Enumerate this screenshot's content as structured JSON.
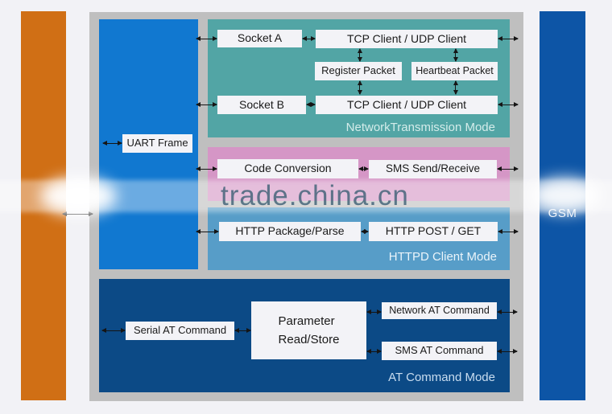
{
  "watermark": {
    "text": "trade.china.cn"
  },
  "gsm": {
    "label": "GSM"
  },
  "uart": {
    "label": "UART Frame"
  },
  "network_mode": {
    "title": "NetworkTransmission Mode",
    "socket_a": "Socket A",
    "socket_b": "Socket B",
    "tcp_udp_top": "TCP Client / UDP Client",
    "tcp_udp_bottom": "TCP Client / UDP Client",
    "register_packet": "Register Packet",
    "heartbeat_packet": "Heartbeat Packet"
  },
  "sms_mode": {
    "code_conversion": "Code Conversion",
    "sms_send_receive": "SMS Send/Receive"
  },
  "httpd_mode": {
    "title": "HTTPD Client Mode",
    "http_package_parse": "HTTP Package/Parse",
    "http_post_get": "HTTP POST / GET"
  },
  "at_mode": {
    "title": "AT Command Mode",
    "serial_at_command": "Serial AT Command",
    "parameter_line1": "Parameter",
    "parameter_line2": "Read/Store",
    "network_at_command": "Network AT Command",
    "sms_at_command": "SMS AT Command"
  },
  "colors": {
    "orange_bar": "#d06f15",
    "uart_bar_blue": "#1178d0",
    "network_teal": "#52a5a5",
    "sms_pink": "#d596c6",
    "httpd_blue": "#579dc8",
    "at_dark_blue": "#0c4a86",
    "gsm_blue": "#0d55a6",
    "frame_gray": "#bfbfbf",
    "box_bg": "#f3f3f7",
    "background": "#f2f2f6"
  }
}
